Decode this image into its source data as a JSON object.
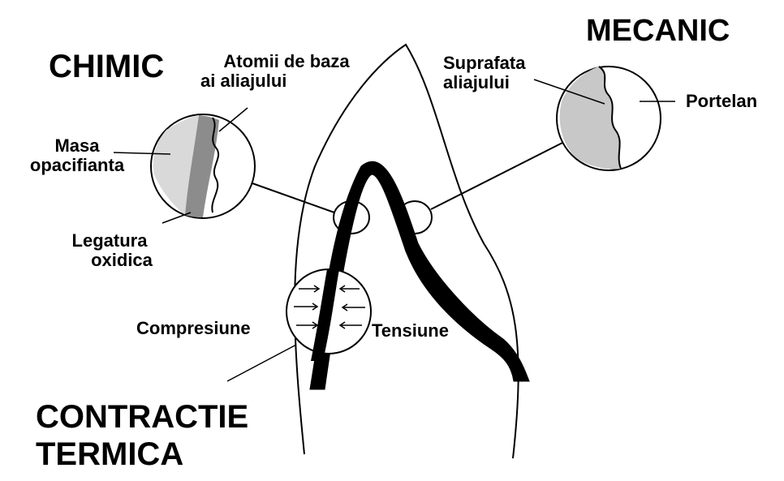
{
  "headings": {
    "chimic": "CHIMIC",
    "mecanic": "MECANIC",
    "contractie_line1": "CONTRACTIE",
    "contractie_line2": "TERMICA"
  },
  "labels": {
    "atomii_line1": "Atomii de baza",
    "atomii_line2": "ai aliajului",
    "masa_line1": "Masa",
    "masa_line2": "opacifianta",
    "legatura_line1": "Legatura",
    "legatura_line2": "oxidica",
    "suprafata_line1": "Suprafata",
    "suprafata_line2": "aliajului",
    "portelan": "Portelan",
    "compresiune": "Compresiune",
    "tensiune": "Tensiune"
  },
  "colors": {
    "ink": "#000000",
    "background": "#ffffff"
  }
}
